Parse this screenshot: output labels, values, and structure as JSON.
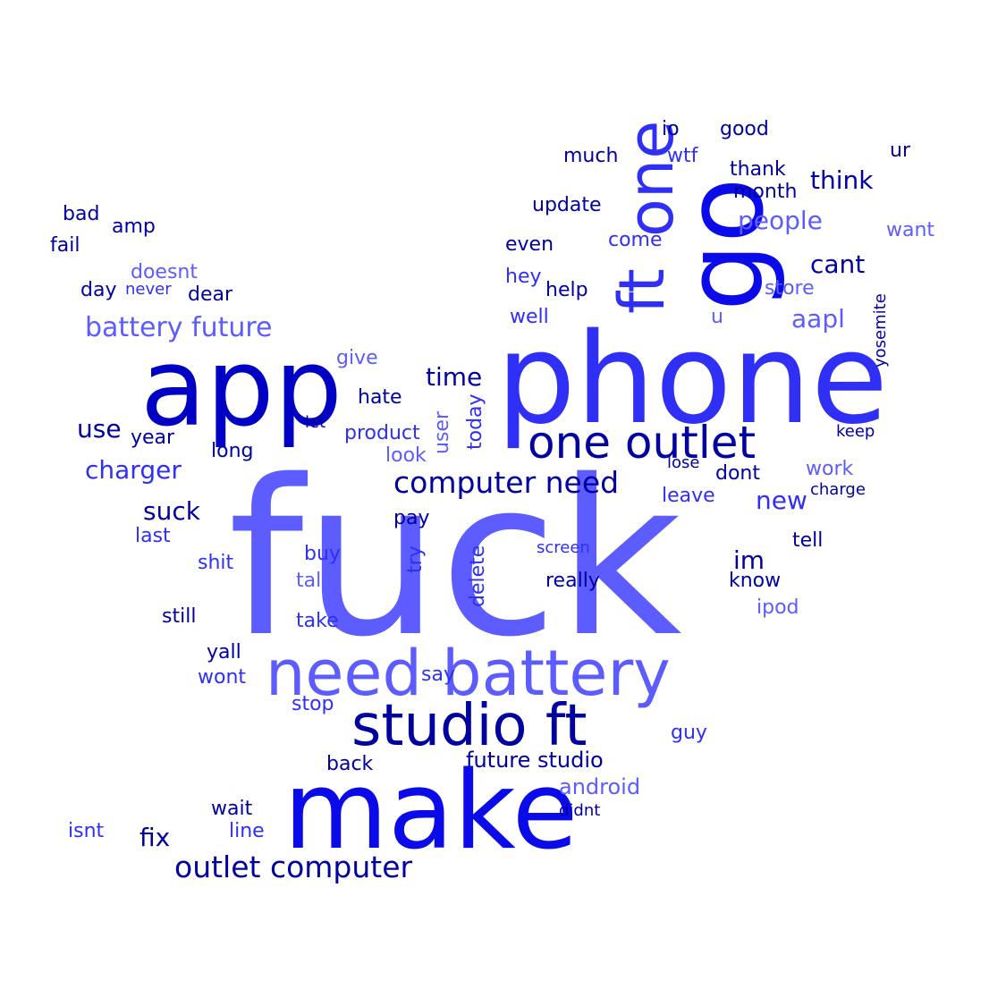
{
  "wordcloud": {
    "palette": {
      "light": "#5c5cff",
      "medium": "#2f2ff5",
      "bright": "#0b0bea",
      "dark": "#0000c4",
      "navy": "#0000a0"
    },
    "words": [
      {
        "text": "fuck",
        "color": "light"
      },
      {
        "text": "phone",
        "color": "medium"
      },
      {
        "text": "app",
        "color": "dark"
      },
      {
        "text": "make",
        "color": "bright"
      },
      {
        "text": "go",
        "color": "bright",
        "vertical": true
      },
      {
        "text": "one",
        "color": "medium",
        "vertical": true
      },
      {
        "text": "ft",
        "color": "medium",
        "vertical": true
      },
      {
        "text": "need battery",
        "color": "light"
      },
      {
        "text": "studio ft",
        "color": "navy"
      },
      {
        "text": "one outlet",
        "color": "navy"
      },
      {
        "text": "computer need",
        "color": "navy"
      },
      {
        "text": "outlet computer",
        "color": "navy"
      },
      {
        "text": "battery future",
        "color": "light"
      },
      {
        "text": "charger",
        "color": "medium"
      },
      {
        "text": "suck",
        "color": "navy"
      },
      {
        "text": "people",
        "color": "light"
      },
      {
        "text": "think",
        "color": "navy"
      },
      {
        "text": "cant",
        "color": "navy"
      },
      {
        "text": "aapl",
        "color": "light"
      },
      {
        "text": "time",
        "color": "navy"
      },
      {
        "text": "use",
        "color": "navy"
      },
      {
        "text": "new",
        "color": "medium"
      },
      {
        "text": "im",
        "color": "navy"
      },
      {
        "text": "fix",
        "color": "navy"
      },
      {
        "text": "future studio",
        "color": "navy"
      },
      {
        "text": "android",
        "color": "light"
      },
      {
        "text": "update",
        "color": "navy"
      },
      {
        "text": "much",
        "color": "navy"
      },
      {
        "text": "wtf",
        "color": "medium"
      },
      {
        "text": "io",
        "color": "navy"
      },
      {
        "text": "good",
        "color": "navy"
      },
      {
        "text": "thank",
        "color": "navy"
      },
      {
        "text": "month",
        "color": "navy"
      },
      {
        "text": "ur",
        "color": "navy"
      },
      {
        "text": "want",
        "color": "light"
      },
      {
        "text": "even",
        "color": "navy"
      },
      {
        "text": "come",
        "color": "medium"
      },
      {
        "text": "store",
        "color": "light"
      },
      {
        "text": "hey",
        "color": "medium"
      },
      {
        "text": "help",
        "color": "navy"
      },
      {
        "text": "well",
        "color": "medium"
      },
      {
        "text": "u",
        "color": "light"
      },
      {
        "text": "yosemite",
        "color": "navy",
        "vertical": true
      },
      {
        "text": "bad",
        "color": "navy"
      },
      {
        "text": "amp",
        "color": "navy"
      },
      {
        "text": "fail",
        "color": "navy"
      },
      {
        "text": "doesnt",
        "color": "light"
      },
      {
        "text": "day",
        "color": "navy"
      },
      {
        "text": "never",
        "color": "medium"
      },
      {
        "text": "dear",
        "color": "navy"
      },
      {
        "text": "give",
        "color": "light"
      },
      {
        "text": "hate",
        "color": "navy"
      },
      {
        "text": "let",
        "color": "navy"
      },
      {
        "text": "product",
        "color": "medium"
      },
      {
        "text": "user",
        "color": "light",
        "vertical": true
      },
      {
        "text": "today",
        "color": "medium",
        "vertical": true
      },
      {
        "text": "year",
        "color": "navy"
      },
      {
        "text": "long",
        "color": "navy"
      },
      {
        "text": "look",
        "color": "light"
      },
      {
        "text": "keep",
        "color": "navy"
      },
      {
        "text": "lose",
        "color": "navy"
      },
      {
        "text": "work",
        "color": "light"
      },
      {
        "text": "dont",
        "color": "navy"
      },
      {
        "text": "leave",
        "color": "medium"
      },
      {
        "text": "charge",
        "color": "navy"
      },
      {
        "text": "pay",
        "color": "navy"
      },
      {
        "text": "last",
        "color": "medium"
      },
      {
        "text": "shit",
        "color": "medium"
      },
      {
        "text": "buy",
        "color": "medium"
      },
      {
        "text": "try",
        "color": "medium",
        "vertical": true
      },
      {
        "text": "delete",
        "color": "medium",
        "vertical": true
      },
      {
        "text": "screen",
        "color": "medium"
      },
      {
        "text": "really",
        "color": "navy"
      },
      {
        "text": "tell",
        "color": "navy"
      },
      {
        "text": "know",
        "color": "navy"
      },
      {
        "text": "talk",
        "color": "light"
      },
      {
        "text": "ipod",
        "color": "light"
      },
      {
        "text": "still",
        "color": "navy"
      },
      {
        "text": "take",
        "color": "medium"
      },
      {
        "text": "yall",
        "color": "navy"
      },
      {
        "text": "wont",
        "color": "medium"
      },
      {
        "text": "say",
        "color": "medium"
      },
      {
        "text": "stop",
        "color": "medium"
      },
      {
        "text": "guy",
        "color": "medium"
      },
      {
        "text": "back",
        "color": "navy"
      },
      {
        "text": "wait",
        "color": "navy"
      },
      {
        "text": "line",
        "color": "medium"
      },
      {
        "text": "isnt",
        "color": "medium"
      },
      {
        "text": "didnt",
        "color": "navy"
      }
    ]
  }
}
